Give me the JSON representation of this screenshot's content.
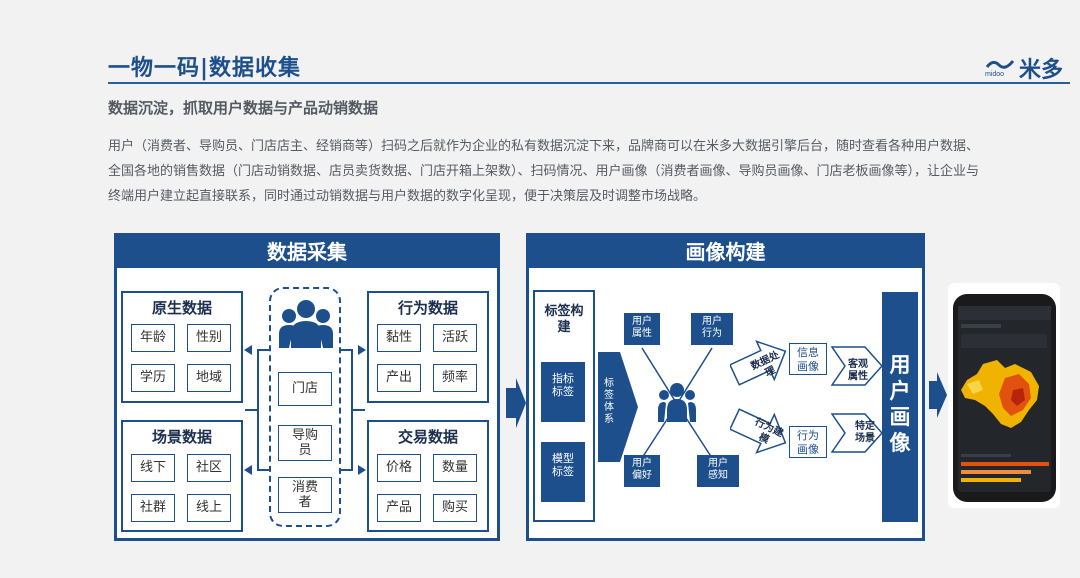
{
  "header": {
    "title": "一物一码|数据收集",
    "logo_text": "米多",
    "logo_small": "midoo"
  },
  "subtitle": "数据沉淀，抓取用户数据与产品动销数据",
  "paragraph": "用户（消费者、导购员、门店店主、经销商等）扫码之后就作为企业的私有数据沉淀下来，品牌商可以在米多大数据引擎后台，随时查看各种用户数据、全国各地的销售数据（门店动销数据、店员卖货数据、门店开箱上架数）、扫码情况、用户画像（消费者画像、导购员画像、门店老板画像等），让企业与终端用户建立起直接联系，同时通过动销数据与用户数据的数字化呈现，便于决策层及时调整市场战略。",
  "collect": {
    "title": "数据采集",
    "native": {
      "title": "原生数据",
      "items": [
        "年龄",
        "性别",
        "学历",
        "地域"
      ]
    },
    "scene": {
      "title": "场景数据",
      "items": [
        "线下",
        "社区",
        "社群",
        "线上"
      ]
    },
    "behavior": {
      "title": "行为数据",
      "items": [
        "黏性",
        "活跃",
        "产出",
        "频率"
      ]
    },
    "trade": {
      "title": "交易数据",
      "items": [
        "价格",
        "数量",
        "产品",
        "购买"
      ]
    },
    "center": [
      "门店",
      "导购员",
      "消费者"
    ]
  },
  "portrait": {
    "title": "画像构建",
    "tag_build": "标签构建",
    "index_tag": "指标标签",
    "model_tag": "模型标签",
    "tag_system": "标签体系",
    "user_attr": "用户属性",
    "user_behavior": "用户行为",
    "user_pref": "用户偏好",
    "user_percept": "用户感知",
    "data_process": "数据处理",
    "behavior_model": "行为建模",
    "info_portrait": "信息画像",
    "behavior_portrait": "行为画像",
    "objective_attr": "客观属性",
    "specific_scene": "特定场景",
    "user_portrait": "用户画像"
  },
  "colors": {
    "primary": "#1c4f8c",
    "background": "#f2f2f3"
  }
}
